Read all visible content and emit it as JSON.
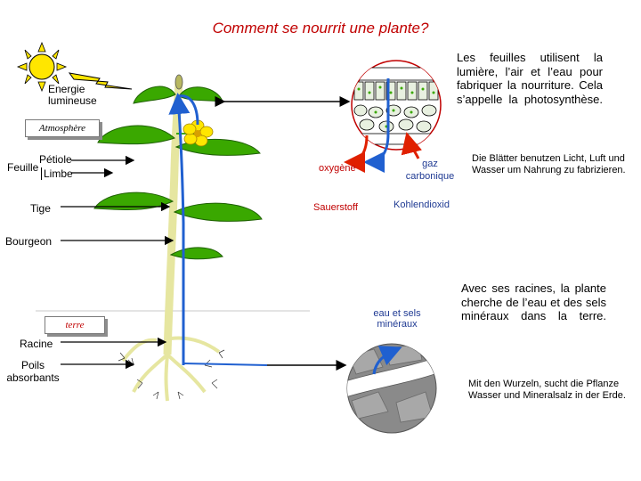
{
  "title": "Comment se nourrit une plante?",
  "labels": {
    "energie": "Energie lumineuse",
    "atmosphere": "Atmosphère",
    "petiole": "Pétiole",
    "feuille": "Feuille",
    "limbe": "Limbe",
    "tige": "Tige",
    "bourgeon": "Bourgeon",
    "terre": "terre",
    "racine": "Racine",
    "poils": "Poils absorbants",
    "oxygene": "oxygène",
    "sauerstoff": "Sauerstoff",
    "gaz": "gaz carbonique",
    "kohlendioxid": "Kohlendioxid",
    "eau_sels": "eau et sels minéraux"
  },
  "texts": {
    "photosynthese_fr": "Les feuilles utilisent la lumière, l’air et l’eau pour fabriquer la nourriture. Cela s’appelle la photosynthèse.",
    "photosynthese_de": "Die Blätter benutzen Licht, Luft und Wasser um Nahrung zu fabrizieren.",
    "racines_fr": "Avec ses racines, la plante cherche de l’eau et des sels minéraux dans la terre.",
    "racines_de": "Mit den Wurzeln, sucht die Pflanze Wasser und Mineralsalz in der Erde."
  },
  "colors": {
    "title": "#c00000",
    "sun": "#ffe600",
    "leaf": "#3aa800",
    "stem": "#e6e6a0",
    "flow": "#2060d0",
    "gas_arrow": "#e02000",
    "soil": "#8a8a8a"
  }
}
